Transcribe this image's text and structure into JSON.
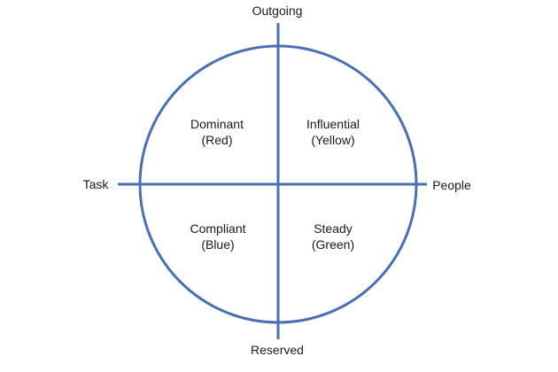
{
  "axes": {
    "top": "Outgoing",
    "bottom": "Reserved",
    "left": "Task",
    "right": "People"
  },
  "quadrants": {
    "top_left": {
      "name": "Dominant",
      "color": "(Red)"
    },
    "top_right": {
      "name": "Influential",
      "color": "(Yellow)"
    },
    "bottom_left": {
      "name": "Compliant",
      "color": "(Blue)"
    },
    "bottom_right": {
      "name": "Steady",
      "color": "(Green)"
    }
  },
  "style": {
    "line_color": "#4a6fb5"
  }
}
